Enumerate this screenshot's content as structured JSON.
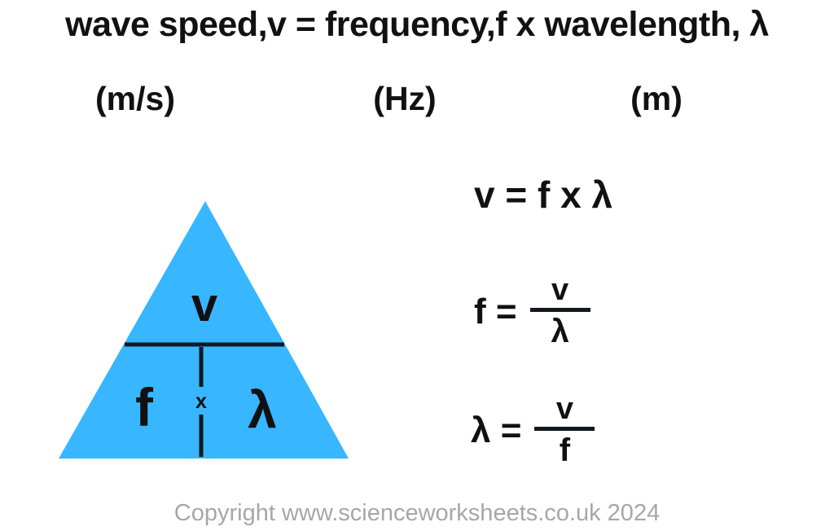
{
  "title": "wave speed,v = frequency,f x wavelength, λ",
  "units": {
    "speed": "(m/s)",
    "frequency": "(Hz)",
    "wavelength": "(m)"
  },
  "triangle": {
    "top": "v",
    "bottom_left": "f",
    "bottom_right": "λ",
    "operator": "x",
    "fill_color": "#38b6ff",
    "line_color": "#101820"
  },
  "formulas": {
    "main": "v = f x λ",
    "frequency": {
      "lhs": "f =",
      "numerator": "v",
      "denominator": "λ"
    },
    "wavelength": {
      "lhs": "λ =",
      "numerator": "v",
      "denominator": "f"
    }
  },
  "footer": {
    "copyright": "Copyright www.scienceworksheets.co.uk 2024"
  }
}
